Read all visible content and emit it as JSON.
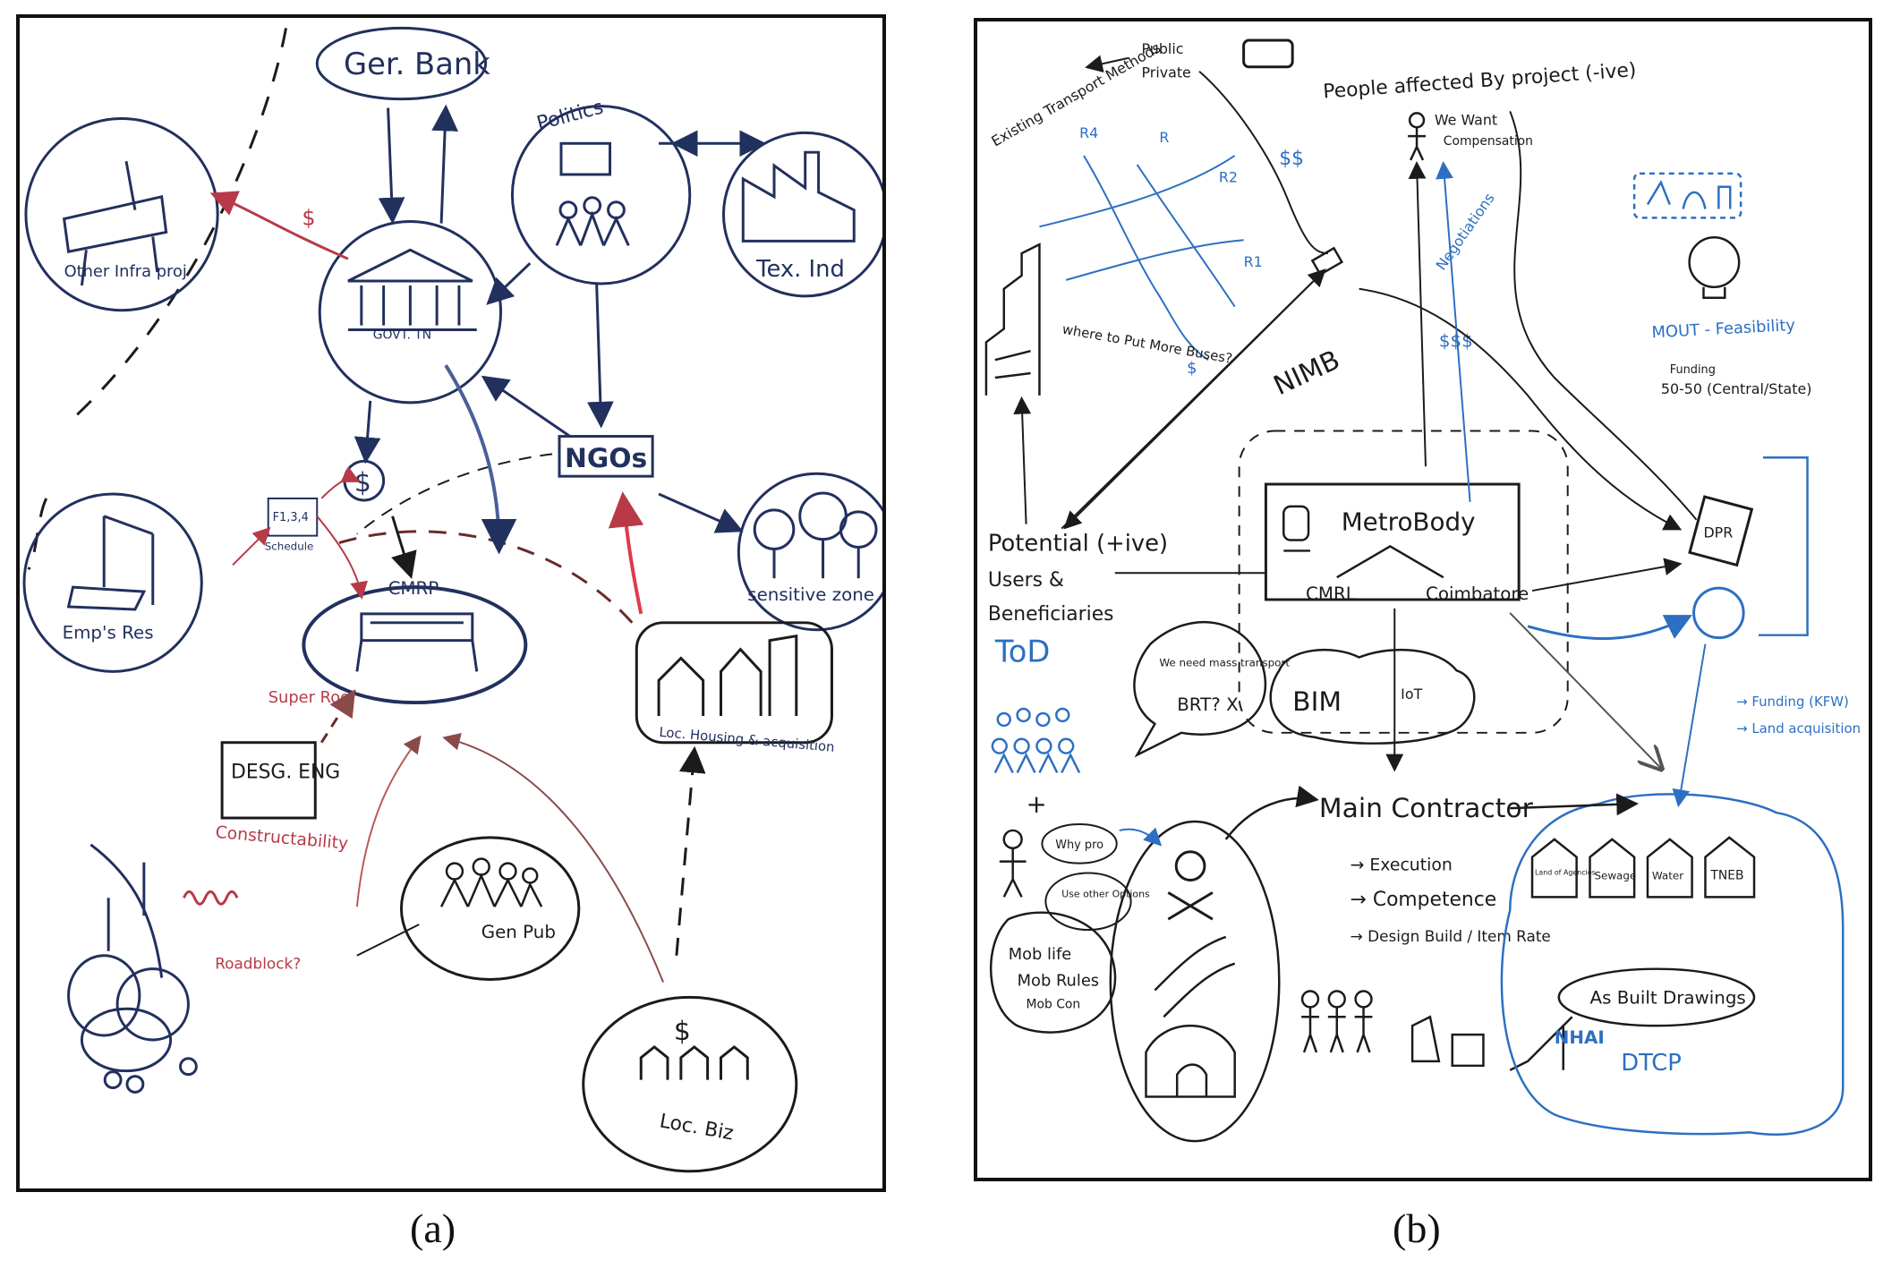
{
  "panel_a": {
    "caption": "(a)",
    "ger_bank": "Ger. Bank",
    "politics": "Politics",
    "tex_ind": "Tex. Ind",
    "other_infra": "Other Infra proj",
    "govt_tn": "GOVT. TN",
    "ngos": "NGOs",
    "sensitive_zone": "sensitive zone",
    "schedule": "Schedule",
    "cmrp": "CMRP",
    "emp_res": "Emp's Res",
    "super_roof": "Super Roof",
    "desg_eng": "DESG. ENG",
    "constructability": "Constructability",
    "loc_housing": "Loc. Housing & acquisition",
    "gen_pub": "Gen Pub",
    "roadblock": "Roadblock?",
    "loc_biz": "Loc. Biz",
    "dollar": "$",
    "schedule_marks": "F1,3,4"
  },
  "panel_b": {
    "caption": "(b)",
    "existing_transport": "Existing Transport Methods",
    "public": "Public",
    "private": "Private",
    "people_affected": "People affected By project (-ive)",
    "we_want": "We Want",
    "compensation": "Compensation",
    "r4": "R4",
    "r2": "R2",
    "r1": "R1",
    "r_unlabeled": "R",
    "dollars_top": "$$",
    "negotiations": "Negotiations",
    "where_buses": "where to Put More Buses?",
    "mout": "MOUT - Feasibility",
    "funding": "Funding",
    "fifty": "50-50 (Central/State)",
    "nimb": "NIMB",
    "dollar_left": "$",
    "dollars_mid": "$$$",
    "potential": "Potential (+ive)",
    "uses": "Users &",
    "beneficiaries": "Beneficiaries",
    "tod": "ToD",
    "metrobody": "MetroBody",
    "cmrl": "CMRL",
    "coimbatore": "Coimbatore",
    "dpr": "DPR",
    "we_need": "We need mass transport",
    "brt": "BRT? X",
    "bim": "BIM",
    "iot": "IoT",
    "funding_kfw": "→ Funding (KFW)",
    "land_acq": "→ Land acquisition",
    "plus": "+",
    "why_pro": "Why pro",
    "use_other": "Use other Options",
    "main_contractor": "Main Contractor",
    "execution": "→ Execution",
    "competence": "→ Competence",
    "design_build": "→ Design Build / Item Rate",
    "mob_life": "Mob life",
    "mob_rules": "Mob Rules",
    "mob_con": "Mob Con",
    "house1": "Land of Agencies",
    "sewage": "Sewage",
    "water": "Water",
    "tneb": "TNEB",
    "as_built": "As Built Drawings",
    "nhai": "NHAI",
    "dtcp": "DTCP"
  },
  "colors": {
    "navy_ink": "#22305e",
    "black_ink": "#1b1b1b",
    "red_ink": "#b83a48",
    "blue_ink": "#2d6fc2"
  }
}
